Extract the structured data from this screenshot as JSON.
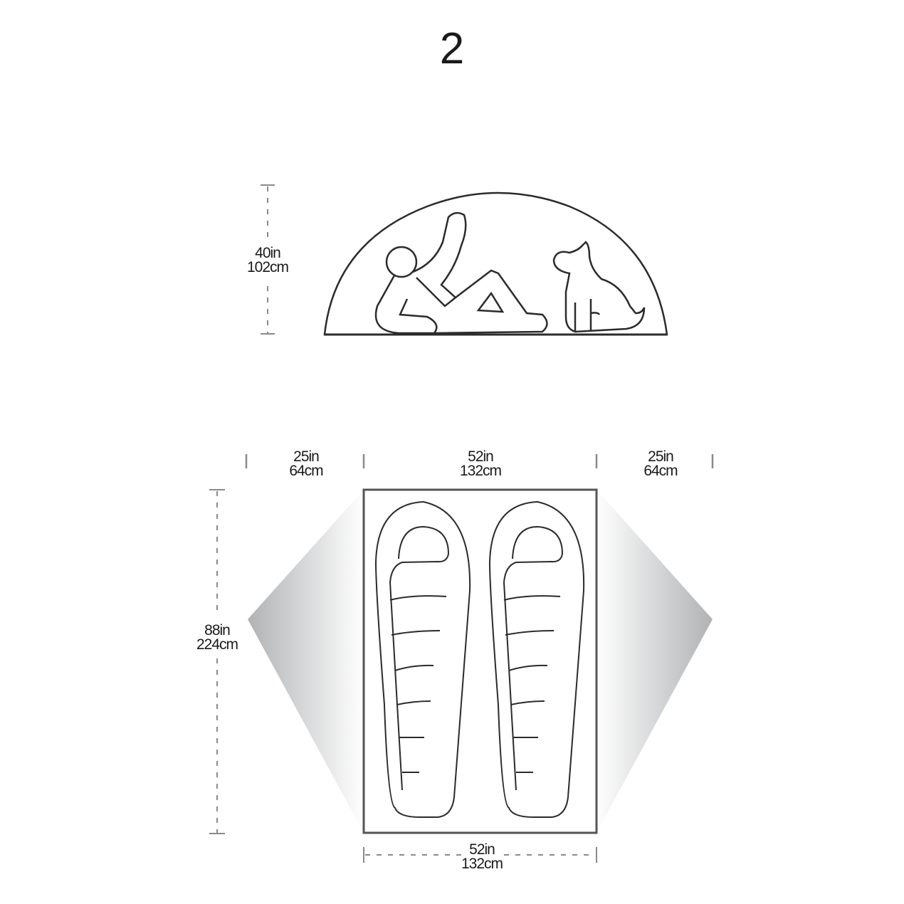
{
  "title": "2",
  "side_view": {
    "height_label": {
      "in": "40in",
      "cm": "102cm"
    }
  },
  "floor_plan": {
    "left_vestibule": {
      "in": "25in",
      "cm": "64cm"
    },
    "floor_width_top": {
      "in": "52in",
      "cm": "132cm"
    },
    "right_vestibule": {
      "in": "25in",
      "cm": "64cm"
    },
    "floor_length": {
      "in": "88in",
      "cm": "224cm"
    },
    "floor_width_bottom": {
      "in": "52in",
      "cm": "132cm"
    },
    "sleeping_bags": 2
  },
  "colors": {
    "line": "#2b2b2b",
    "dim_line": "#8a8a8a",
    "vestibule_dark": "#b0b2b4",
    "vestibule_light": "#ffffff"
  }
}
